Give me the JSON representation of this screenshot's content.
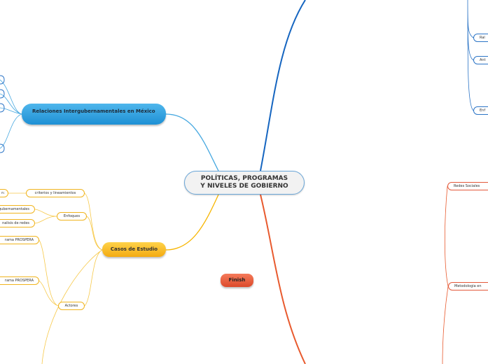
{
  "central_topic": {
    "line1": "POLÍTICAS, PROGRAMAS",
    "line2": "Y NIVELES DE GOBIERNO"
  },
  "main_topics": {
    "relaciones": "Relaciones Intergubernamentales en México",
    "casos": "Casos de Estudio",
    "finish": "Finish"
  },
  "casos_children": {
    "criterios": "criterios y lineamientos",
    "cut_left": "n:",
    "enfoques": "Enfoques",
    "enfoque_1": "gubernamentales",
    "enfoque_2": "nalisis de redes",
    "actores": "Actores",
    "prospera_1": "rama PROSPERA",
    "prospera_2": "rama PROSPERA"
  },
  "right_branches": {
    "ral": "Ral",
    "ant": "Ant",
    "enf": "Enf",
    "redes_sociales": "Redes Sociales",
    "metodologia": "Metodologia en"
  },
  "colors": {
    "blue": "#2b74c6",
    "light_blue": "#4fb6ec",
    "yellow": "#f0b41e",
    "red": "#e3583a"
  }
}
